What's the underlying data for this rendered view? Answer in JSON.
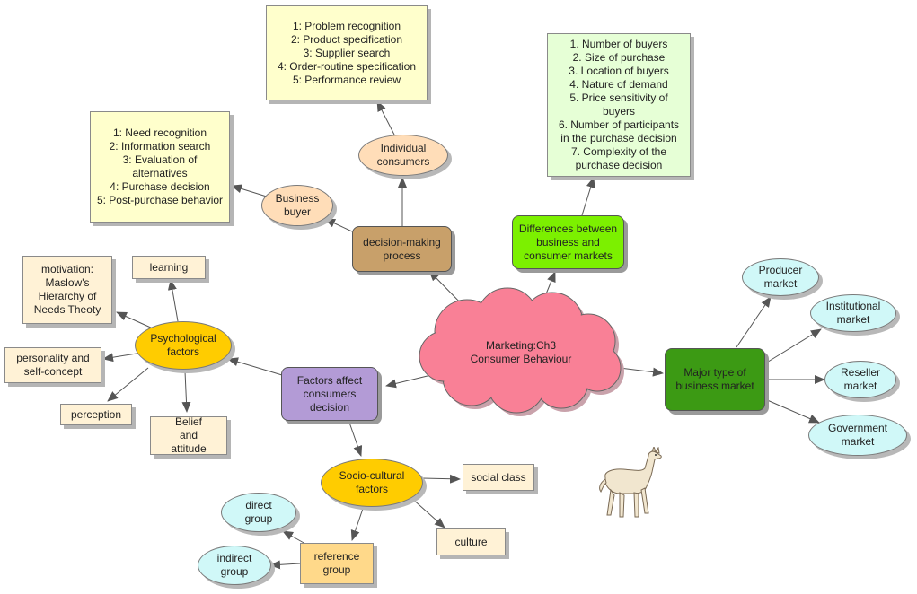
{
  "center": {
    "line1": "Marketing:Ch3",
    "line2": "Consumer Behaviour"
  },
  "nodes": {
    "decision_making": "decision-making process",
    "business_buyer": "Business buyer",
    "individual_consumers": "Individual consumers",
    "differences": "Differences between business and consumer markets",
    "major_type": "Major type of business market",
    "producer": "Producer market",
    "institutional": "Institutional market",
    "reseller": "Reseller market",
    "government": "Government market",
    "factors_affect": "Factors affect consumers decision",
    "psychological": "Psychological factors",
    "motivation": "motivation: Maslow's Hierarchy of Needs Theoty",
    "learning": "learning",
    "personality": "personality and self-concept",
    "perception": "perception",
    "belief": "Belief and attitude",
    "socio_cultural": "Socio-cultural factors",
    "social_class": "social class",
    "culture": "culture",
    "reference_group": "reference group",
    "direct_group": "direct group",
    "indirect_group": "indirect group"
  },
  "lists": {
    "consumer_steps": [
      "1: Need recognition",
      "2: Information search",
      "3: Evaluation of",
      "alternatives",
      "4: Purchase decision",
      "5: Post-purchase behavior"
    ],
    "business_steps": [
      "1: Problem recognition",
      "2: Product specification",
      "3: Supplier search",
      "4: Order-routine specification",
      "5: Performance review"
    ],
    "differences_list": [
      "1. Number of buyers",
      "2. Size of purchase",
      "3. Location of buyers",
      "4. Nature of demand",
      "5. Price sensitivity of",
      "buyers",
      "6. Number of participants",
      "in the purchase decision",
      "7. Complexity of the",
      "purchase decision"
    ]
  },
  "colors": {
    "cloud": "#f98096",
    "decision_making": "#c8a06a",
    "differences": "#7cf000",
    "major_type": "#3c9a14",
    "factors_affect": "#b39bd6",
    "lines": "#555555"
  },
  "decoration": {
    "llama": "llama-illustration"
  }
}
